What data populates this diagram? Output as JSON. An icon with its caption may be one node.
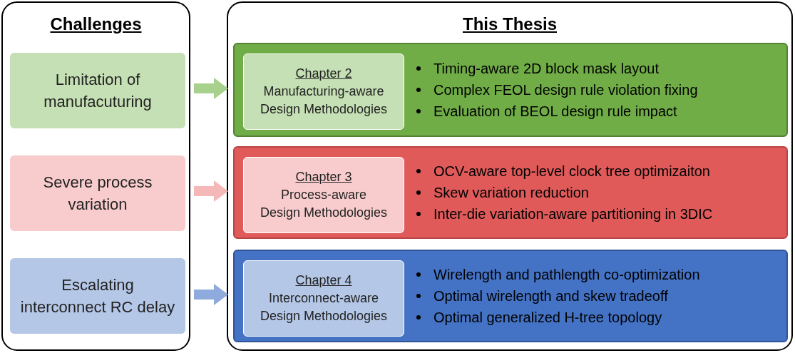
{
  "diagram": {
    "nodes": [
      {
        "text": [
          "Challenges"
        ]
      },
      {
        "text": [
          "Limitation of manufacuturing"
        ],
        "in": 0
      },
      {
        "text": [
          "Severe process variation"
        ],
        "in": 0
      },
      {
        "text": [
          "Escalating interconnect RC delay"
        ],
        "in": 0
      },
      {
        "text": [
          "This Thesis"
        ]
      },
      {
        "text": [
          "Timing-aware 2D block mask layout",
          "Complex FEOL design rule violation fixing",
          "Evaluation of BEOL design rule impact"
        ],
        "in": 4
      },
      {
        "text": [
          "Chapter 2",
          "Manufacturing-aware Design Methodologies"
        ],
        "in": 5
      },
      {
        "text": [
          "OCV-aware top-level clock tree optimizaiton",
          "Skew variation reduction",
          "Inter-die variation-aware partitioning in 3DIC"
        ],
        "in": 4
      },
      {
        "text": [
          "Chapter 3",
          "Process-aware Design Methodologies"
        ],
        "in": 7
      },
      {
        "text": [
          "Wirelength and pathlength co-optimization",
          "Optimal wirelength and skew tradeoff",
          "Optimal generalized H-tree topology"
        ],
        "in": 4
      },
      {
        "text": [
          "Chapter 4",
          "Interconnect-aware Design Methodologies"
        ],
        "in": 9
      }
    ],
    "edges": [
      {
        "from": 1,
        "to": 5,
        "arrow": "to",
        "color": "#a9d18e"
      },
      {
        "from": 2,
        "to": 7,
        "arrow": "to",
        "color": "#f4b8b8"
      },
      {
        "from": 3,
        "to": 9,
        "arrow": "to",
        "color": "#8faadc"
      }
    ]
  }
}
